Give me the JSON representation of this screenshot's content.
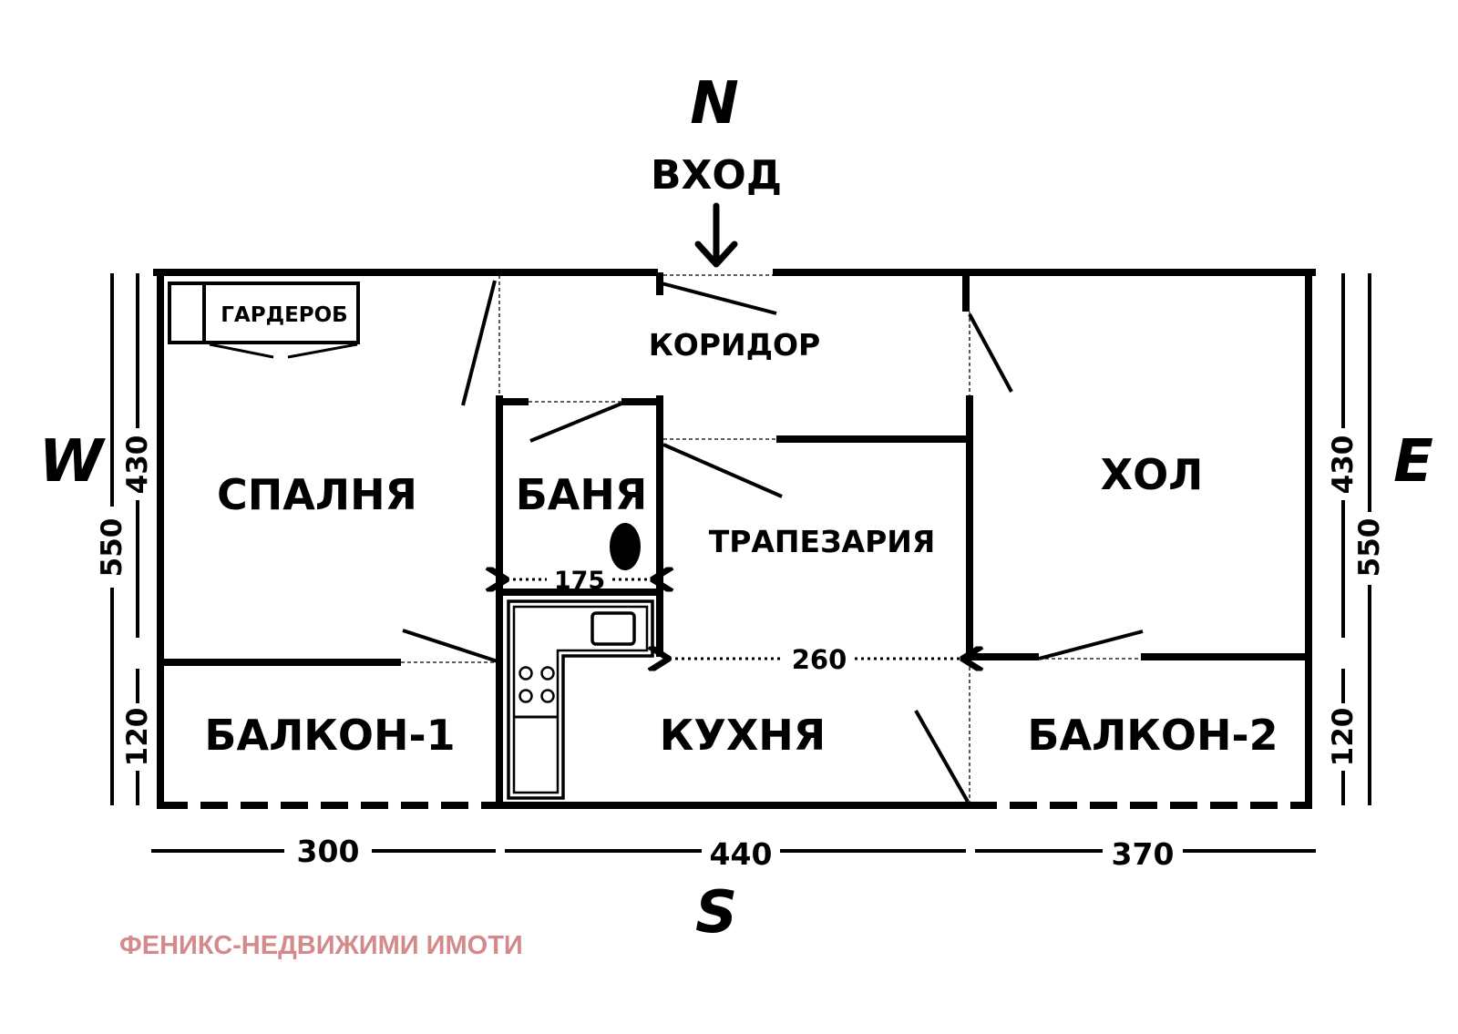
{
  "compass": {
    "north": "N",
    "south": "S",
    "west": "W",
    "east": "E"
  },
  "entrance": {
    "label": "ВХОД"
  },
  "rooms": {
    "wardrobe": "ГАРДЕРОБ",
    "corridor": "КОРИДОР",
    "bedroom": "СПАЛНЯ",
    "bathroom": "БАНЯ",
    "dining": "ТРАПЕЗАРИЯ",
    "living": "ХОЛ",
    "balcony1": "БАЛКОН-1",
    "kitchen": "КУХНЯ",
    "balcony2": "БАЛКОН-2"
  },
  "dimensions": {
    "west_total": "550",
    "west_upper": "430",
    "west_lower": "120",
    "east_total": "550",
    "east_upper": "430",
    "east_lower": "120",
    "south_left": "300",
    "south_middle": "440",
    "south_right": "370",
    "bath_width": "175",
    "inner_width": "260"
  },
  "watermark": {
    "text": "ФЕНИКС-НЕДВИЖИМИ ИМОТИ",
    "color": "#d48a8a"
  }
}
